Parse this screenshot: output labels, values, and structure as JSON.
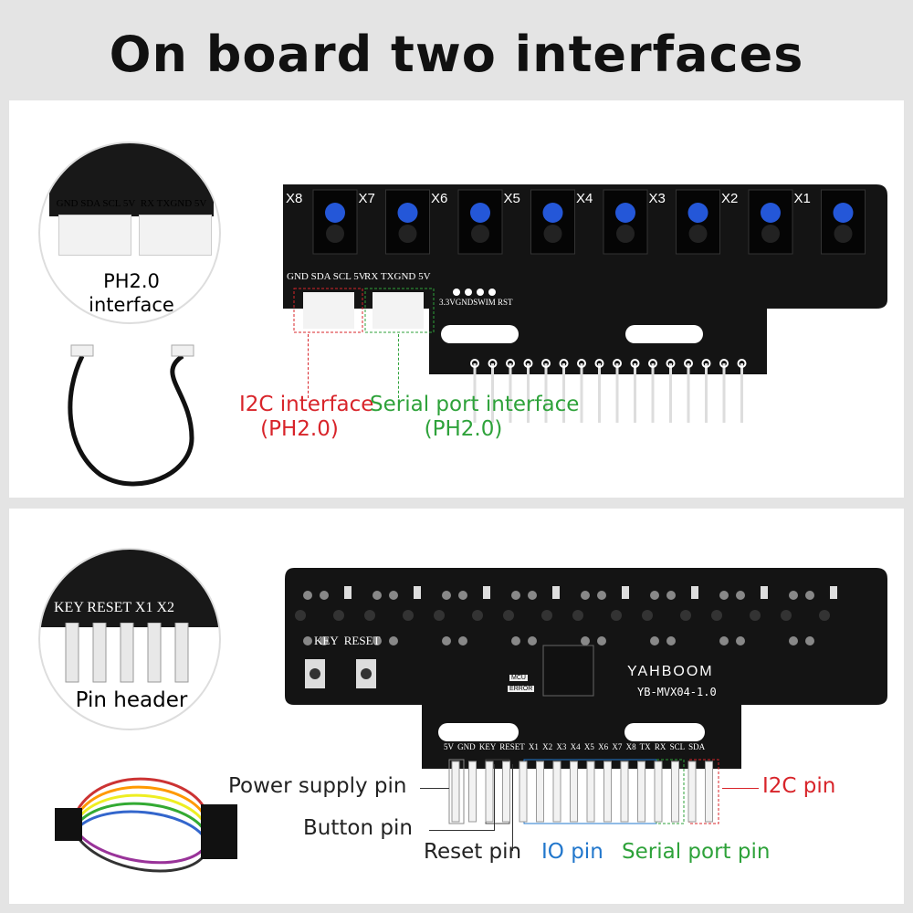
{
  "title": "On board two interfaces",
  "panel1": {
    "sensor_labels": [
      "X8",
      "X7",
      "X6",
      "X5",
      "X4",
      "X3",
      "X2",
      "X1"
    ],
    "i2c_pins": "GND SDA SCL 5V",
    "serial_pins": "RX TXGND 5V",
    "debug_pins": "3.3VGNDSWIM RST",
    "inset_label_1": "PH2.0",
    "inset_label_2": "interface",
    "i2c_label_1": "I2C interface",
    "i2c_label_2": "(PH2.0)",
    "serial_label_1": "Serial port interface",
    "serial_label_2": "(PH2.0)"
  },
  "panel2": {
    "inset_label": "Pin header",
    "inset_pins": "KEY RESET X1 X2",
    "buttons": "KEY  RESET",
    "brand": "YAHBOOM",
    "model": "YB-MVX04-1.0",
    "header_pins": "5V GND KEY RESET X1 X2 X3 X4 X5 X6 X7 X8 TX RX SCL SDA",
    "mcu": "MCU",
    "error": "ERROR",
    "power_label": "Power supply pin",
    "button_label": "Button pin",
    "reset_label": "Reset pin",
    "io_label": "IO pin",
    "serial_label": "Serial port pin",
    "i2c_label": "I2C pin"
  },
  "colors": {
    "red": "#d8242a",
    "green": "#2ea23a",
    "blue": "#2277cc",
    "pcb": "#141414",
    "sensor": "#2457d8"
  }
}
